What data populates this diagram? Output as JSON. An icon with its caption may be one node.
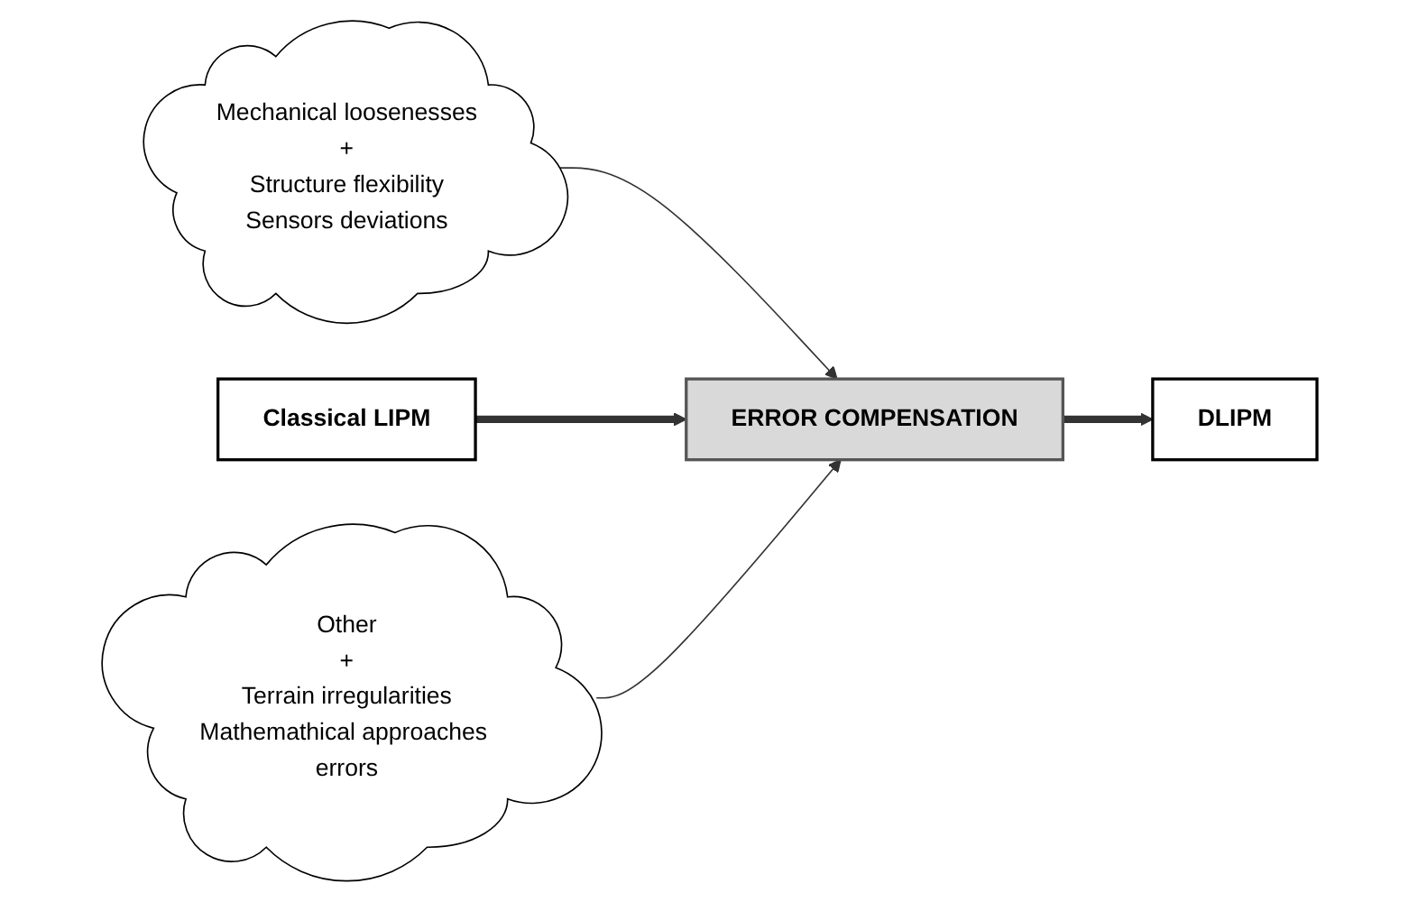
{
  "diagram": {
    "nodes": [
      {
        "text": [
          "Mechanical loosenesses",
          "+",
          "Structure flexibility",
          "Sensors deviations"
        ]
      },
      {
        "text": [
          "Classical LIPM"
        ]
      },
      {
        "text": [
          "ERROR COMPENSATION"
        ]
      },
      {
        "text": [
          "DLIPM"
        ]
      },
      {
        "text": [
          "Other",
          "+",
          "Terrain irregularities",
          "Mathemathical approaches errors"
        ]
      }
    ],
    "edges": [
      {
        "from": 0,
        "to": 2,
        "arrow": "to"
      },
      {
        "from": 1,
        "to": 2,
        "arrow": "to",
        "style": "thick"
      },
      {
        "from": 2,
        "to": 3,
        "arrow": "to",
        "style": "thick"
      },
      {
        "from": 4,
        "to": 2,
        "arrow": "to"
      }
    ]
  }
}
